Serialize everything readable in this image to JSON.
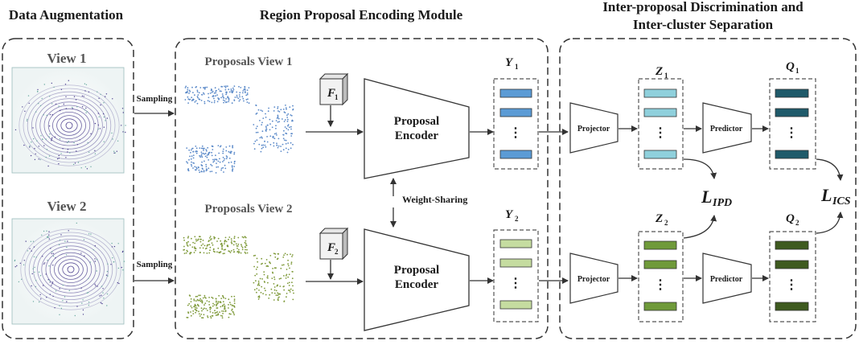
{
  "sections": {
    "data_augmentation": "Data Augmentation",
    "region_proposal": "Region Proposal Encoding Module",
    "inter_line1": "Inter-proposal Discrimination and",
    "inter_line2": "Inter-cluster Separation"
  },
  "views": {
    "view1": "View 1",
    "view2": "View 2",
    "sampling": "Sampling"
  },
  "proposals": {
    "view1": "Proposals View 1",
    "view2": "Proposals View 2"
  },
  "features": {
    "f1_base": "F",
    "f1_sub": "1",
    "f2_base": "F",
    "f2_sub": "2"
  },
  "encoder": {
    "line1": "Proposal",
    "line2": "Encoder",
    "weight_sharing": "Weight-Sharing"
  },
  "outputs": {
    "y1_base": "Y",
    "y1_sub": "1",
    "y2_base": "Y",
    "y2_sub": "2",
    "z1_base": "Z",
    "z1_sub": "1",
    "z2_base": "Z",
    "z2_sub": "2",
    "q1_base": "Q",
    "q1_sub": "1",
    "q2_base": "Q",
    "q2_sub": "2",
    "ellipsis": "⋮"
  },
  "heads": {
    "projector": "Projector",
    "predictor": "Predictor"
  },
  "losses": {
    "ipd_base": "L",
    "ipd_sub": "IPD",
    "ics_base": "L",
    "ics_sub": "ICS"
  },
  "colors": {
    "y1_cell": "#5b9bd5",
    "y2_cell": "#c5dca0",
    "z1_cell": "#8fd0dc",
    "z2_cell": "#6f9a3a",
    "q1_cell": "#1f5a6a",
    "q2_cell": "#3e5a1f",
    "points_view1": "#5b8ac9",
    "points_view2": "#7f9a3a",
    "lidar": "#4b3e8e"
  }
}
